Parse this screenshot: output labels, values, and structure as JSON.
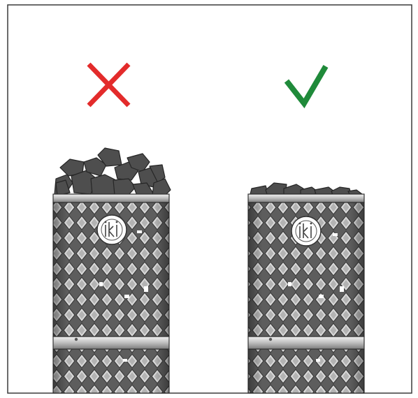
{
  "panels": [
    {
      "id": "incorrect",
      "verdict": "incorrect",
      "mark_icon": "cross-mark-icon",
      "mark_color": "#e32b2b",
      "stone_fill": "overfilled"
    },
    {
      "id": "correct",
      "verdict": "correct",
      "mark_icon": "check-mark-icon",
      "mark_color": "#1f8a3a",
      "stone_fill": "single-layer"
    }
  ],
  "logo_text": "iki",
  "colors": {
    "frame": "#3a3a3a",
    "stone": "#505050",
    "stone_edge": "#2a2a2a",
    "mesh_bg": "#9a9a9a",
    "band": "#c8c8c8"
  }
}
